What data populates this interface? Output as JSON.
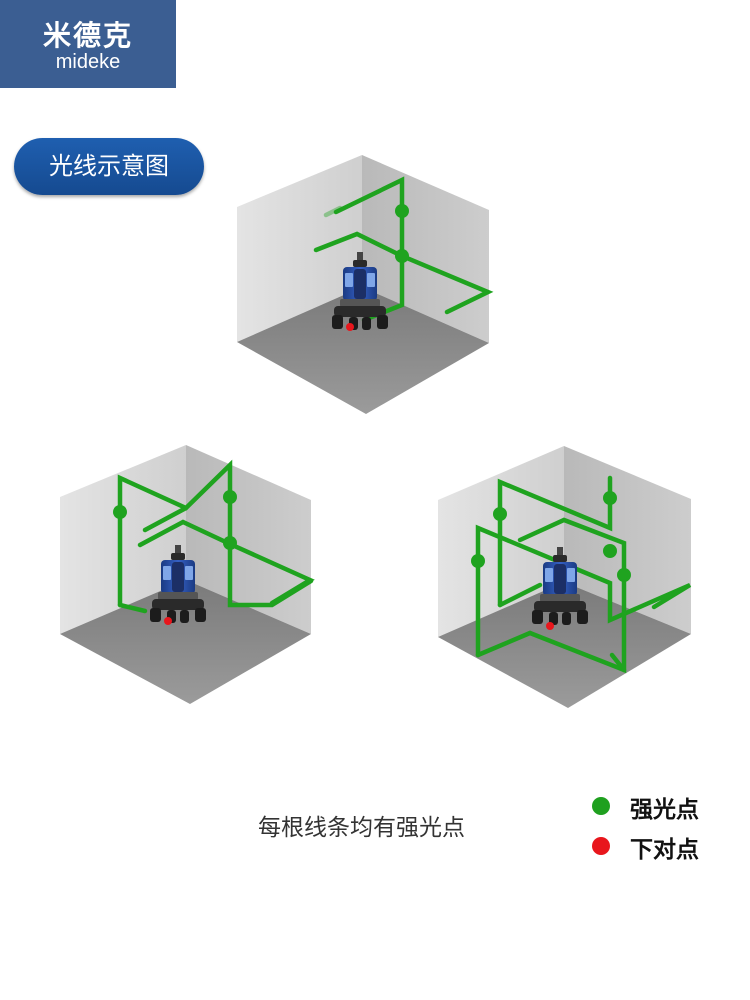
{
  "brand": {
    "name_cn": "米德克",
    "name_en": "mideke"
  },
  "section_title": "光线示意图",
  "caption": "每根线条均有强光点",
  "legend": [
    {
      "label": "强光点",
      "color": "#1fa01f"
    },
    {
      "label": "下对点",
      "color": "#e8161c"
    }
  ],
  "colors": {
    "laser": "#1fa31f",
    "plumb": "#e8161c",
    "header": "#3b5e92",
    "pill": "#1a56a2"
  }
}
